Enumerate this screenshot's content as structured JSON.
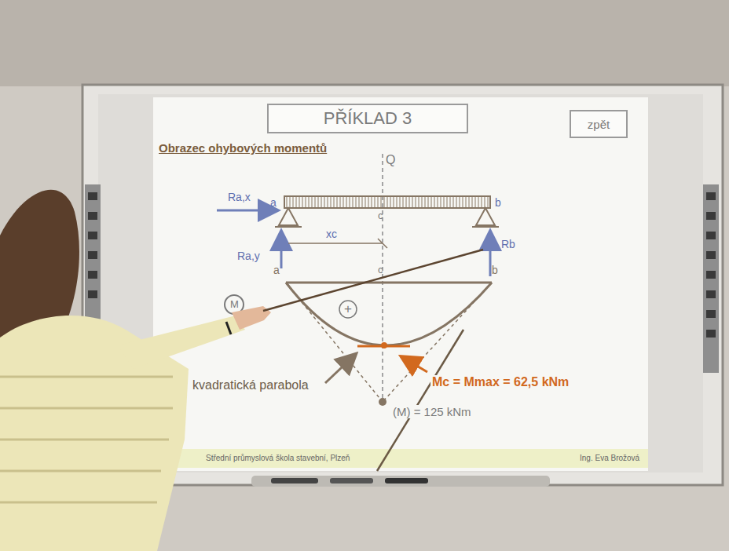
{
  "diagram": {
    "nodes": [
      {
        "text": [
          "PŘÍKLAD 3"
        ]
      },
      {
        "text": [
          "zpět"
        ]
      }
    ],
    "labels": [
      "Obrazec ohybových momentů",
      "Q",
      "Ra,x",
      "a",
      "c",
      "b",
      "xc",
      "Ra,y",
      "Rb",
      "a",
      "c",
      "b",
      "+",
      "M",
      "kvadratická parabola",
      "Mc = Mmax = 62,5 kNm",
      "(M) = 125 kNm",
      "Střední průmyslová škola stavební, Plzeň",
      "Ing. Eva Brožová"
    ]
  }
}
